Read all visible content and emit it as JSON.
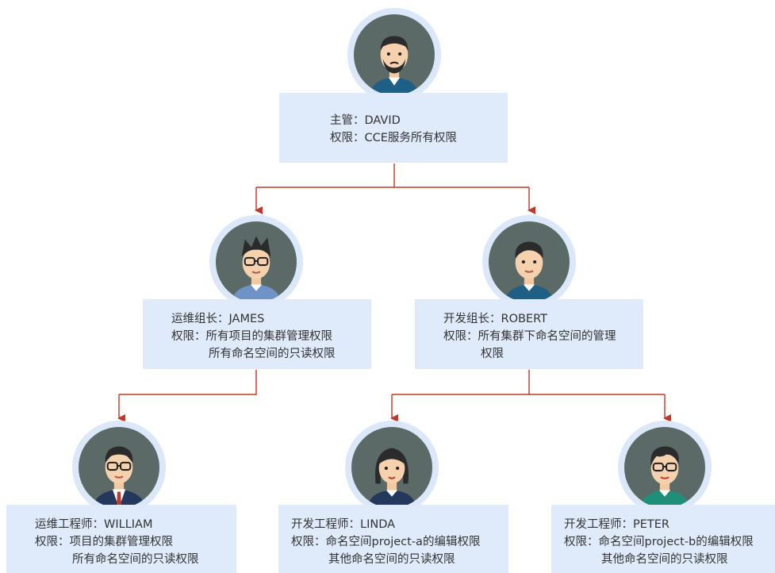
{
  "nodes": {
    "david": {
      "role_line": "主管：DAVID",
      "perm_lines": [
        "权限：CCE服务所有权限"
      ]
    },
    "james": {
      "role_line": "运维组长：JAMES",
      "perm_lines": [
        "权限：所有项目的集群管理权限",
        "所有命名空间的只读权限"
      ]
    },
    "robert": {
      "role_line": "开发组长：ROBERT",
      "perm_lines": [
        "权限：所有集群下命名空间的管理",
        "权限"
      ]
    },
    "william": {
      "role_line": "运维工程师：WILLIAM",
      "perm_lines": [
        "权限：项目的集群管理权限",
        "所有命名空间的只读权限"
      ]
    },
    "linda": {
      "role_line": "开发工程师：LINDA",
      "perm_lines": [
        "权限：命名空间project-a的编辑权限",
        "其他命名空间的只读权限"
      ]
    },
    "peter": {
      "role_line": "开发工程师：PETER",
      "perm_lines": [
        "权限：命名空间project-b的编辑权限",
        "其他命名空间的只读权限"
      ]
    }
  },
  "colors": {
    "card_bg": "#dfeafb",
    "avatar_ring": "#dbe8fa",
    "avatar_bg": "#5b6a66",
    "connector": "#c0392b"
  }
}
